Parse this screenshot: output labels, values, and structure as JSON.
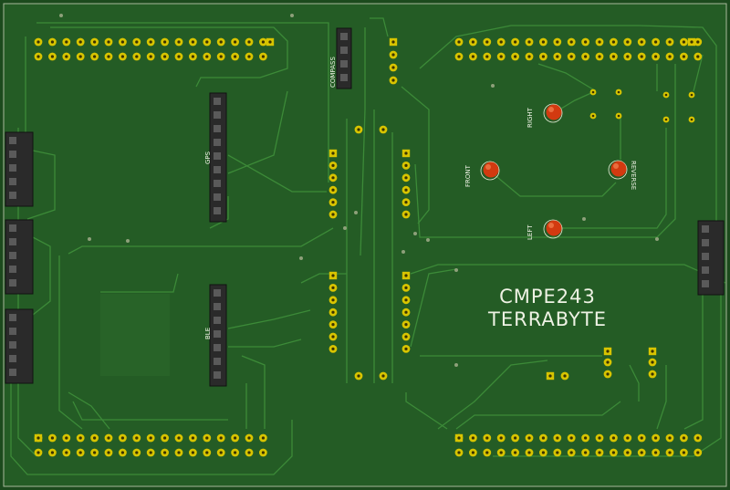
{
  "board": {
    "title_line1": "CMPE243",
    "title_line2": "TERRABYTE"
  },
  "labels": {
    "compass": "COMPASS",
    "gps": "GPS",
    "ble": "BLE",
    "front": "FRONT",
    "right": "RIGHT",
    "left": "LEFT",
    "reverse": "REVERSE"
  },
  "colors": {
    "board": "#235d24",
    "edge": "#1a3f1b",
    "trace": "#3f8f3a",
    "pad": "#d8c400",
    "hole": "#3a3200",
    "connector": "#2b2b2b",
    "led": "#d23a10"
  }
}
